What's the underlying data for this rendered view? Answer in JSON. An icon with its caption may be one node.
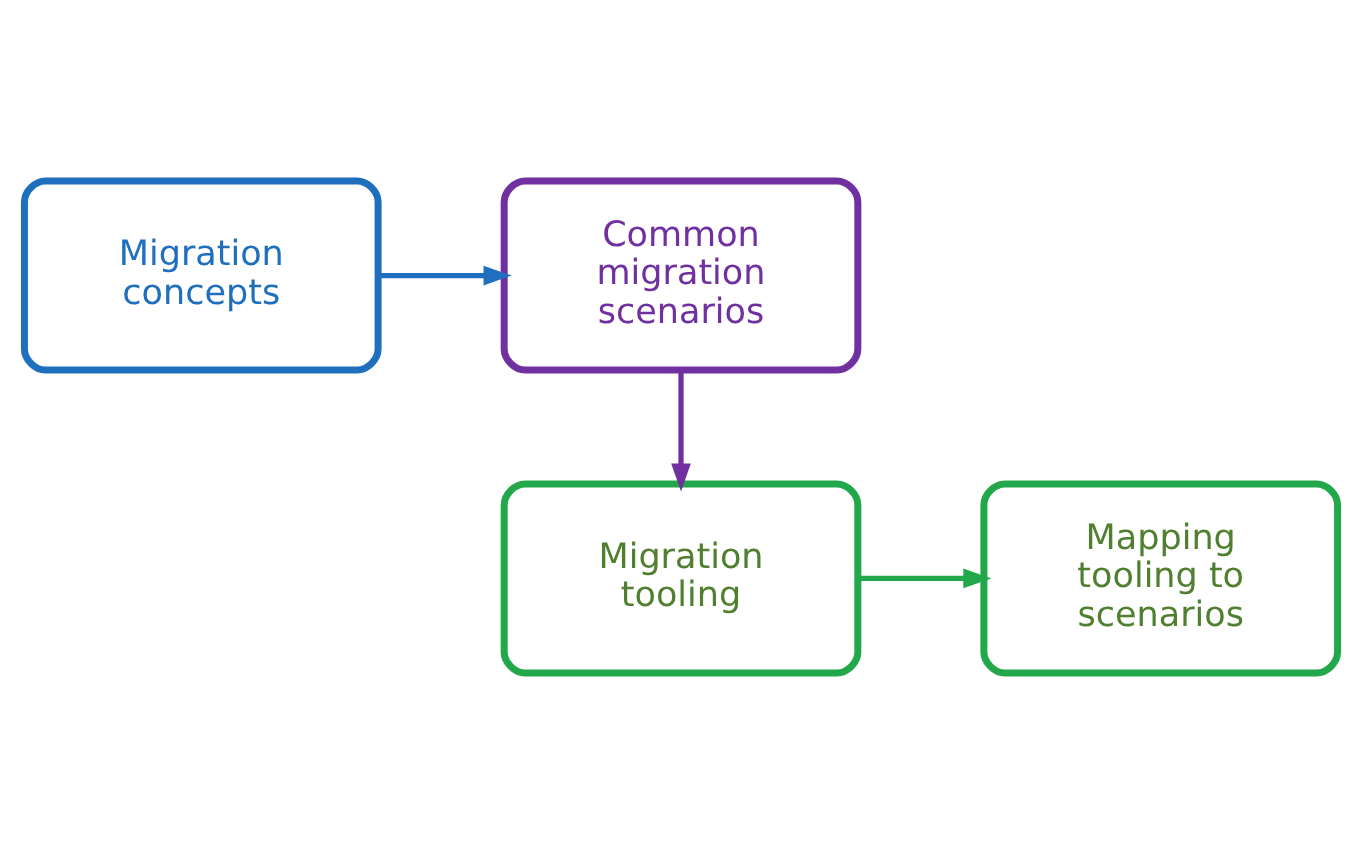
{
  "diagram": {
    "nodes": [
      {
        "text": [
          "Migration concepts"
        ]
      },
      {
        "text": [
          "Common migration scenarios"
        ]
      },
      {
        "text": [
          "Migration tooling"
        ]
      },
      {
        "text": [
          "Mapping tooling to scenarios"
        ]
      }
    ],
    "edges": [
      {
        "from": 0,
        "to": 1,
        "arrow": "to",
        "color": "#1f6fbf"
      },
      {
        "from": 1,
        "to": 2,
        "arrow": "to",
        "color": "#7030a0"
      },
      {
        "from": 2,
        "to": 3,
        "arrow": "to",
        "color": "#22a84a"
      }
    ]
  }
}
